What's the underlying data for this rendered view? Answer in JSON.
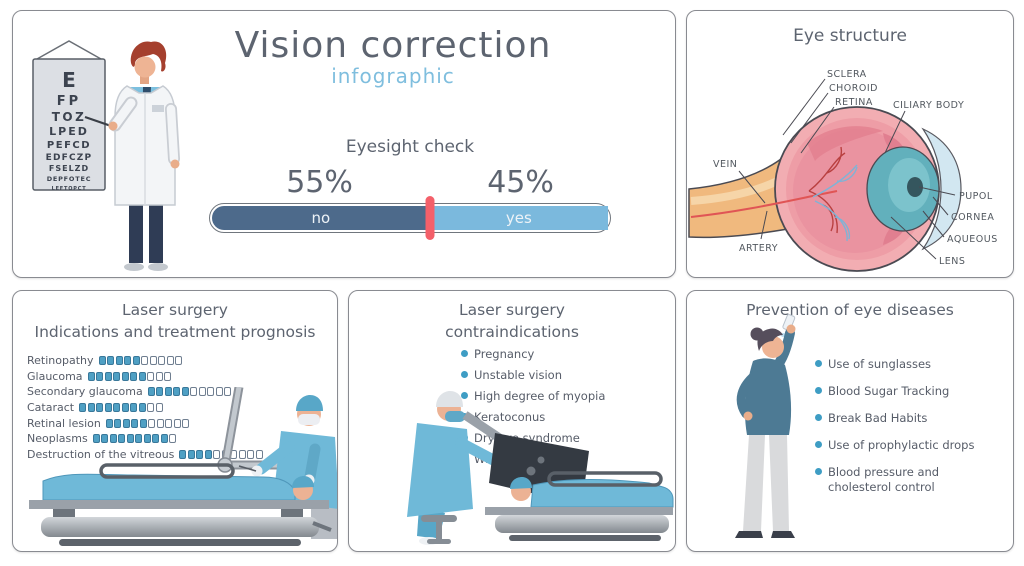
{
  "header": {
    "title": "Vision correction",
    "subtitle": "infographic"
  },
  "eyesight_check": {
    "title": "Eyesight check",
    "segments": [
      {
        "label": "no",
        "percent": "55%",
        "value": 55,
        "color": "#4d6a8b"
      },
      {
        "label": "yes",
        "percent": "45%",
        "value": 45,
        "color": "#7bb9dd"
      }
    ],
    "divider_color": "#f4606a"
  },
  "eye_chart_rows": [
    "E",
    "FP",
    "TOZ",
    "LPED",
    "PEFCD",
    "EDFCZP",
    "FSELZD",
    "DEPFOTEC",
    "LEFTOPCT"
  ],
  "eye_structure": {
    "title": "Eye structure",
    "labels": {
      "sclera": "SCLERA",
      "choroid": "CHOROID",
      "retina": "RETINA",
      "ciliary_body": "CILIARY BODY",
      "vein": "VEIN",
      "artery": "ARTERY",
      "pupil": "PUPOL",
      "cornea": "CORNEA",
      "aqueous": "AQUEOUS",
      "lens": "LENS"
    }
  },
  "indications": {
    "title_line1": "Laser surgery",
    "title_line2": "Indications and treatment prognosis",
    "scale_max": 10,
    "items": [
      {
        "label": "Retinopathy",
        "filled": 5
      },
      {
        "label": "Glaucoma",
        "filled": 7
      },
      {
        "label": "Secondary glaucoma",
        "filled": 5
      },
      {
        "label": "Cataract",
        "filled": 8
      },
      {
        "label": "Retinal lesion",
        "filled": 5
      },
      {
        "label": "Neoplasms",
        "filled": 9
      },
      {
        "label": "Destruction of the vitreous",
        "filled": 4
      }
    ]
  },
  "contraindications": {
    "title_line1": "Laser surgery",
    "title_line2": "contraindications",
    "items": [
      "Pregnancy",
      "Unstable vision",
      "High degree of myopia",
      "Keratoconus",
      "Dry eye syndrome",
      "Wide pupils"
    ]
  },
  "prevention": {
    "title": "Prevention of eye diseases",
    "items": [
      "Use of sunglasses",
      "Blood Sugar Tracking",
      "Break Bad Habits",
      "Use of prophylactic drops",
      "Blood pressure and cholesterol control"
    ]
  },
  "colors": {
    "bar_no": "#4d6a8b",
    "bar_yes": "#7bb9dd",
    "divider_red": "#f4606a",
    "accent_blue": "#7fbede",
    "bullet_blue": "#3e9dc4",
    "square_fill": "#4fa0c4",
    "title_gray": "#5d6470"
  }
}
